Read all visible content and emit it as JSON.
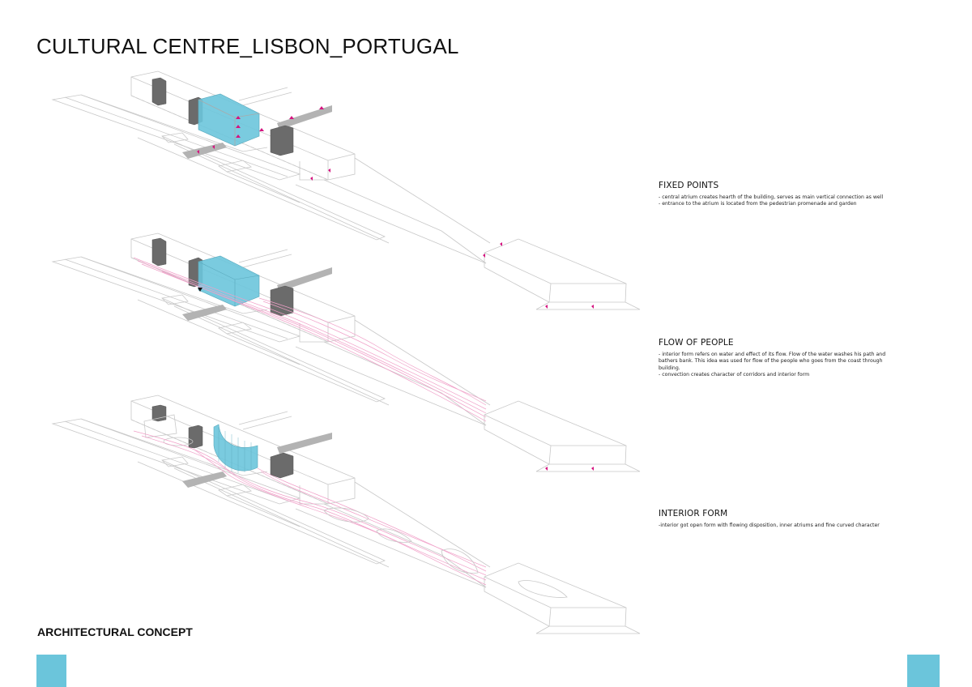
{
  "page": {
    "title": "CULTURAL CENTRE_LISBON_PORTUGAL",
    "subtitle": "ARCHITECTURAL CONCEPT",
    "accent_color": "#6bc5db",
    "flow_color": "#d4137f"
  },
  "sections": [
    {
      "heading": "FIXED POINTS",
      "lines": [
        "- central atrium creates hearth of the building, serves as main vertical connection as well",
        "- entrance to the atrium is located from the pedestrian promenade and garden"
      ]
    },
    {
      "heading": "FLOW OF PEOPLE",
      "lines": [
        "- interior form refers on water and effect of its flow. Flow of the water washes his path and bathers bank. This idea was used for flow of the people who goes from the coast through building.",
        "- convection creates character of corridors and  interior form"
      ]
    },
    {
      "heading": "INTERIOR FORM",
      "lines": [
        "-interior got open form with flowing  disposition, inner atriums and fine curved character"
      ]
    }
  ],
  "diagrams": [
    {
      "name": "fixed-points-diagram",
      "atrium": "box",
      "flow_lines": false,
      "entrance_arrows": true
    },
    {
      "name": "flow-of-people-diagram",
      "atrium": "box",
      "flow_lines": true,
      "entrance_arrows": true
    },
    {
      "name": "interior-form-diagram",
      "atrium": "curved",
      "flow_lines": true,
      "entrance_arrows": false
    }
  ]
}
